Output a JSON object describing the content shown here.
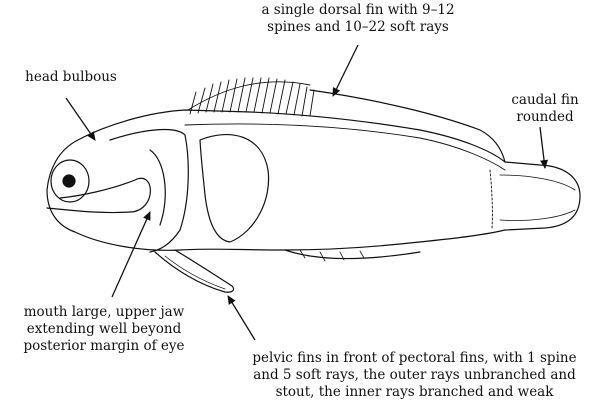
{
  "labels": {
    "dorsal": [
      "a single dorsal fin with 9–12",
      "spines and 10–22 soft rays"
    ],
    "head": [
      "head bulbous"
    ],
    "caudal": [
      "caudal fin",
      "rounded"
    ],
    "mouth": [
      "mouth large, upper jaw",
      "extending well beyond",
      "posterior margin of eye"
    ],
    "pelvic": [
      "pelvic fins in front of pectoral fins, with 1 spine",
      "and 5 soft rays, the outer rays unbranched and",
      "stout, the inner rays branched and weak"
    ]
  },
  "colors": {
    "ink": "#111111",
    "background": "#ffffff"
  }
}
